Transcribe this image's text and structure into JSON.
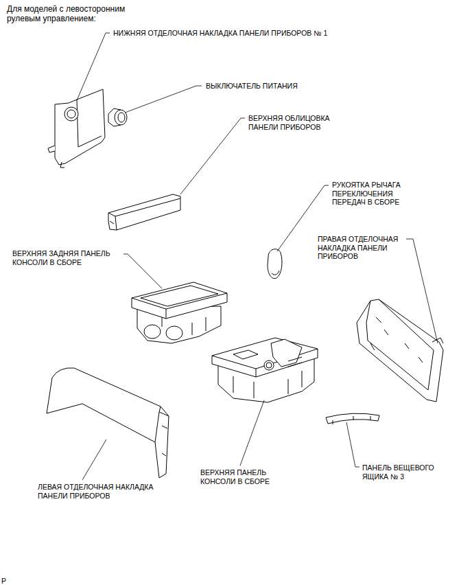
{
  "diagram": {
    "title": "Для моделей с левосторонним рулевым управлением:",
    "labels": [
      "НИЖНЯЯ ОТДЕЛОЧНАЯ НАКЛАДКА ПАНЕЛИ ПРИБОРОВ № 1",
      "ВЫКЛЮЧАТЕЛЬ ПИТАНИЯ",
      "ВЕРХНЯЯ ОБЛИЦОВКА ПАНЕЛИ ПРИБОРОВ",
      "РУКОЯТКА РЫЧАГА ПЕРЕКЛЮЧЕНИЯ ПЕРЕДАЧ В СБОРЕ",
      "ПРАВАЯ ОТДЕЛОЧНАЯ НАКЛАДКА ПАНЕЛИ ПРИБОРОВ",
      "ВЕРХНЯЯ ЗАДНЯЯ ПАНЕЛЬ КОНСОЛИ В СБОРЕ",
      "ЛЕВАЯ ОТДЕЛОЧНАЯ НАКЛАДКА ПАНЕЛИ ПРИБОРОВ",
      "ВЕРХНЯЯ ПАНЕЛЬ КОНСОЛИ В СБОРЕ",
      "ПАНЕЛЬ ВЕЩЕВОГО ЯЩИКА № 3",
      "P"
    ]
  }
}
